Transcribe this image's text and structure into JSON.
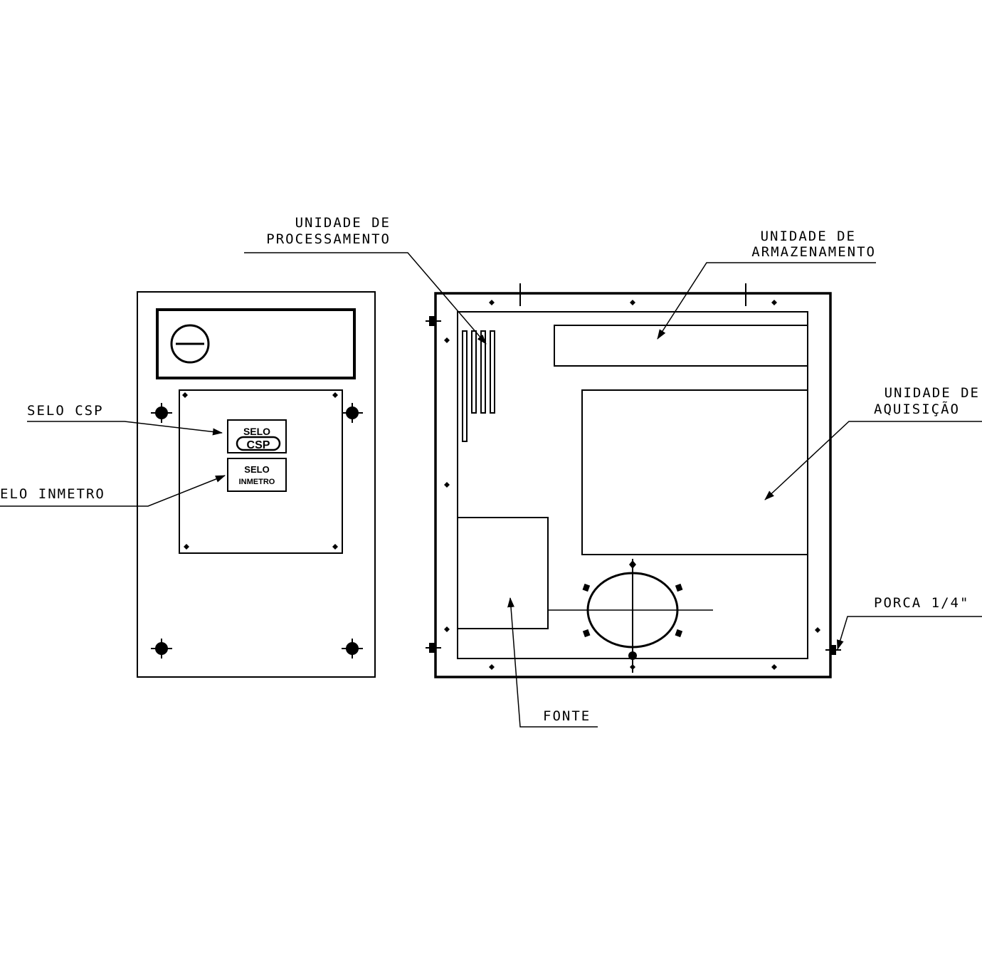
{
  "labels": {
    "processamento_1": "UNIDADE DE",
    "processamento_2": "PROCESSAMENTO",
    "armazenamento_1": "UNIDADE DE",
    "armazenamento_2": "ARMAZENAMENTO",
    "aquisicao_1": "UNIDADE DE",
    "aquisicao_2": "AQUISIÇÃO",
    "selo_csp": "SELO CSP",
    "selo_inmetro": "ELO INMETRO",
    "porca": "PORCA 1/4\"",
    "fonte": "FONTE"
  },
  "seals": {
    "csp_top": "SELO",
    "csp_logo": "CSP",
    "inmetro_top": "SELO",
    "inmetro_bottom": "INMETRO"
  },
  "colors": {
    "line": "#000000",
    "background": "#ffffff"
  }
}
